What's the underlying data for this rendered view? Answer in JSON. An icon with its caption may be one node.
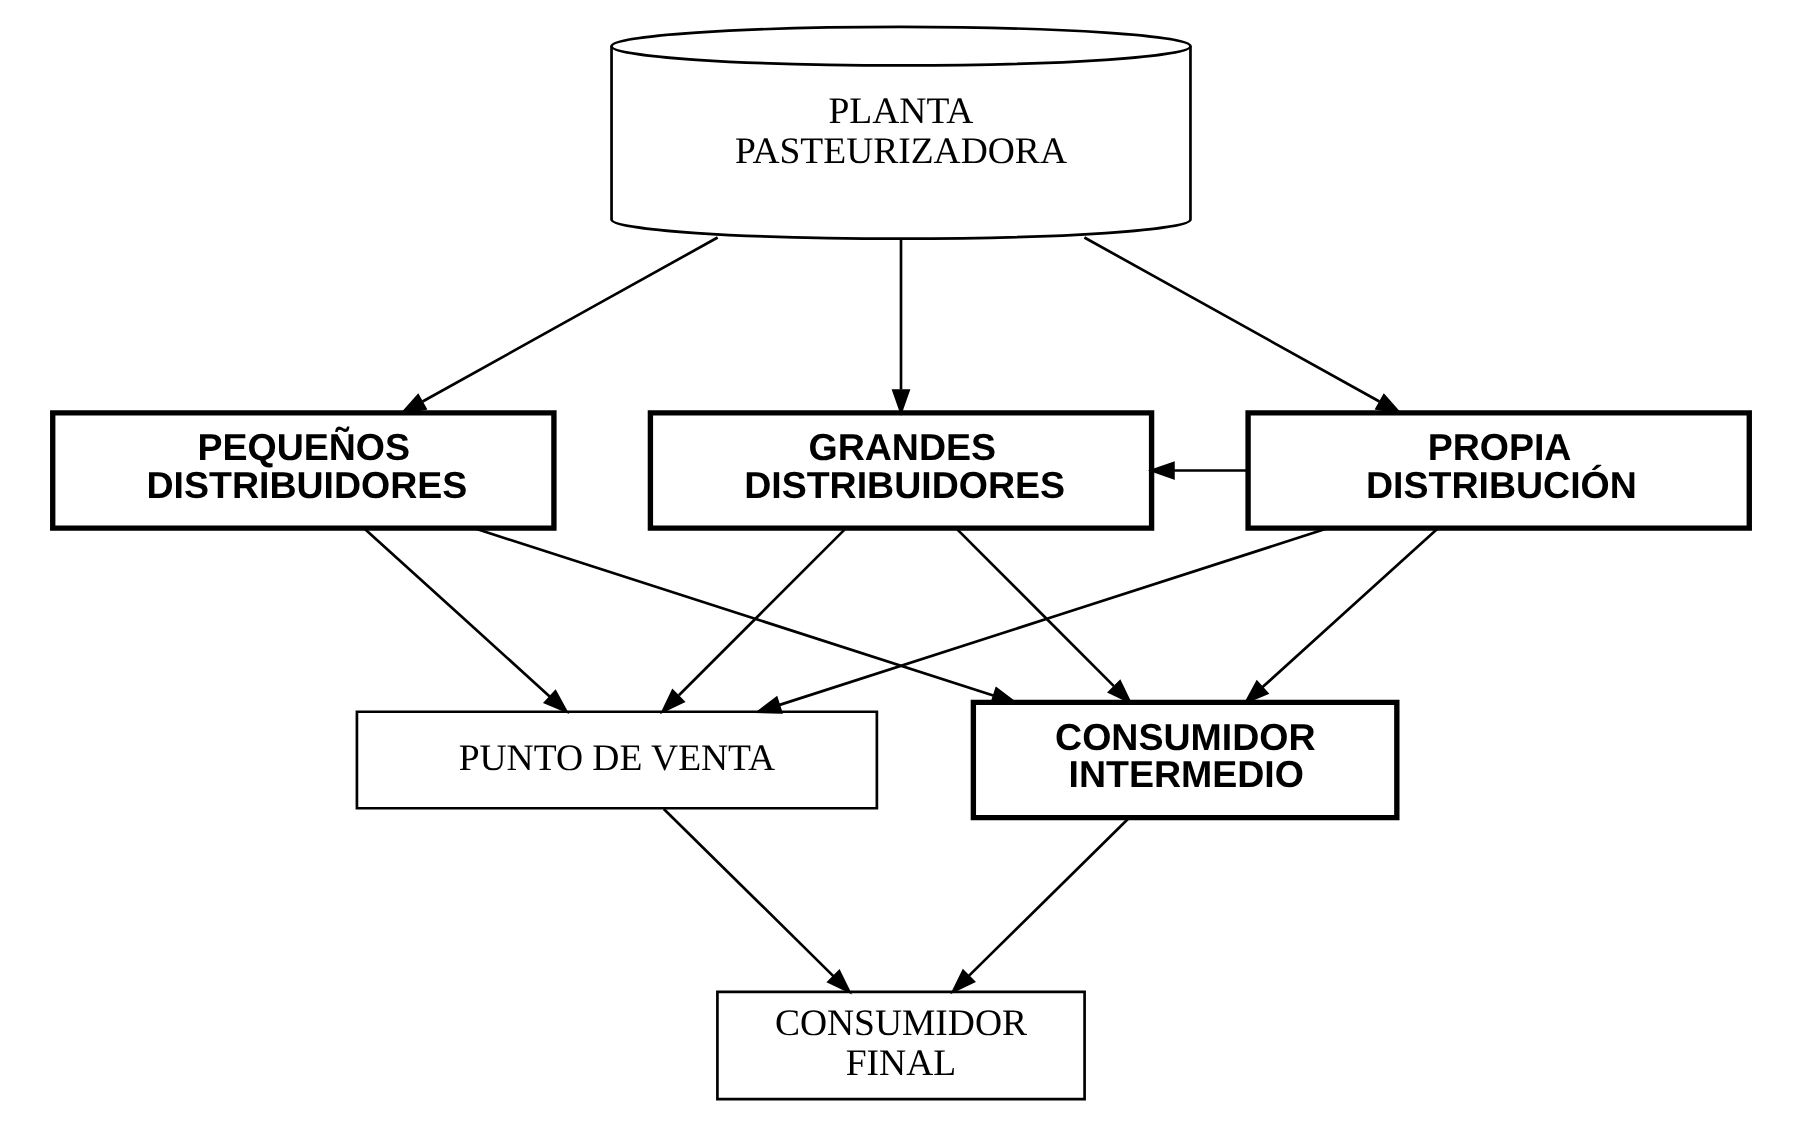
{
  "diagram": {
    "nodes": [
      {
        "text": [
          "PLANTA PASTEURIZADORA"
        ]
      },
      {
        "text": [
          "PEQUEÑOS DISTRIBUIDORES"
        ]
      },
      {
        "text": [
          "GRANDES DISTRIBUIDORES"
        ]
      },
      {
        "text": [
          "PROPIA DISTRIBUCIÓN"
        ]
      },
      {
        "text": [
          "PUNTO DE VENTA"
        ]
      },
      {
        "text": [
          "CONSUMIDOR INTERMEDIO"
        ]
      },
      {
        "text": [
          "CONSUMIDOR FINAL"
        ]
      }
    ],
    "edges": [
      {
        "from": 0,
        "to": 1,
        "arrow": "to"
      },
      {
        "from": 0,
        "to": 2,
        "arrow": "to"
      },
      {
        "from": 0,
        "to": 3,
        "arrow": "to"
      },
      {
        "from": 3,
        "to": 2,
        "arrow": "to"
      },
      {
        "from": 1,
        "to": 4,
        "arrow": "to"
      },
      {
        "from": 1,
        "to": 5,
        "arrow": "to"
      },
      {
        "from": 2,
        "to": 4,
        "arrow": "to"
      },
      {
        "from": 2,
        "to": 5,
        "arrow": "to"
      },
      {
        "from": 3,
        "to": 4,
        "arrow": "to"
      },
      {
        "from": 3,
        "to": 5,
        "arrow": "to"
      },
      {
        "from": 4,
        "to": 6,
        "arrow": "to"
      },
      {
        "from": 5,
        "to": 6,
        "arrow": "to"
      }
    ]
  }
}
